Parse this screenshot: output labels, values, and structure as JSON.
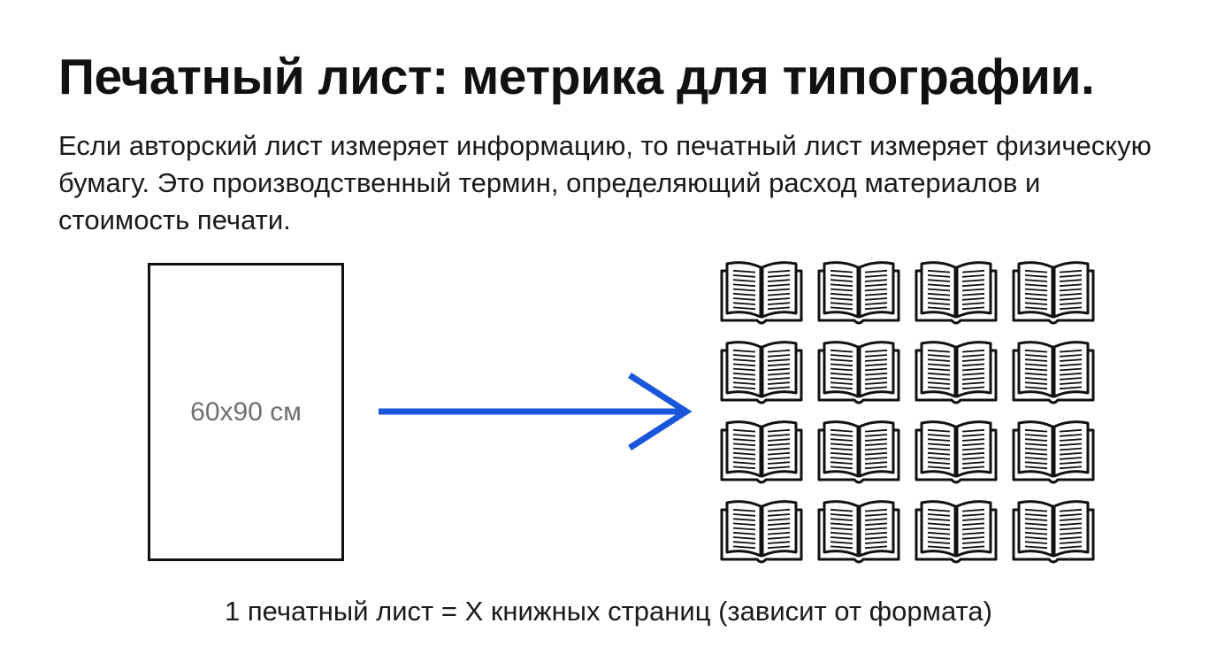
{
  "title": "Печатный лист: метрика для типографии.",
  "intro": "Если авторский лист измеряет информацию, то печатный лист измеряет физическую бумагу. Это производственный термин, определяющий расход материалов и стоимость печати.",
  "diagram": {
    "sheet_label": "60x90 см",
    "arrow_color": "#1a56db",
    "book_icon": "open-book-icon",
    "book_grid": {
      "rows": 4,
      "columns": 4
    }
  },
  "caption": "1 печатный лист = X книжных страниц (зависит от формата)"
}
